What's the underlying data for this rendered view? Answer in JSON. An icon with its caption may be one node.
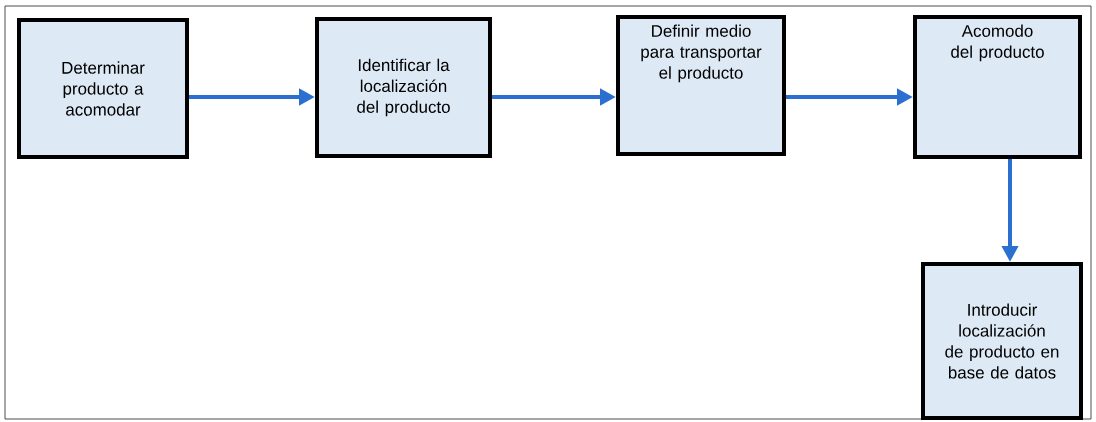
{
  "diagram": {
    "nodes": [
      {
        "text": [
          "Determinar producto a acomodar"
        ]
      },
      {
        "text": [
          "Identificar la localización del producto"
        ]
      },
      {
        "text": [
          "Definir medio para transportar el producto"
        ]
      },
      {
        "text": [
          "Acomodo del producto"
        ]
      },
      {
        "text": [
          "Introducir localización de producto en base de datos"
        ]
      }
    ],
    "edges": [
      {
        "from": 0,
        "to": 1,
        "arrow": "to"
      },
      {
        "from": 1,
        "to": 2,
        "arrow": "to"
      },
      {
        "from": 2,
        "to": 3,
        "arrow": "to"
      },
      {
        "from": 3,
        "to": 4,
        "arrow": "to"
      }
    ]
  }
}
